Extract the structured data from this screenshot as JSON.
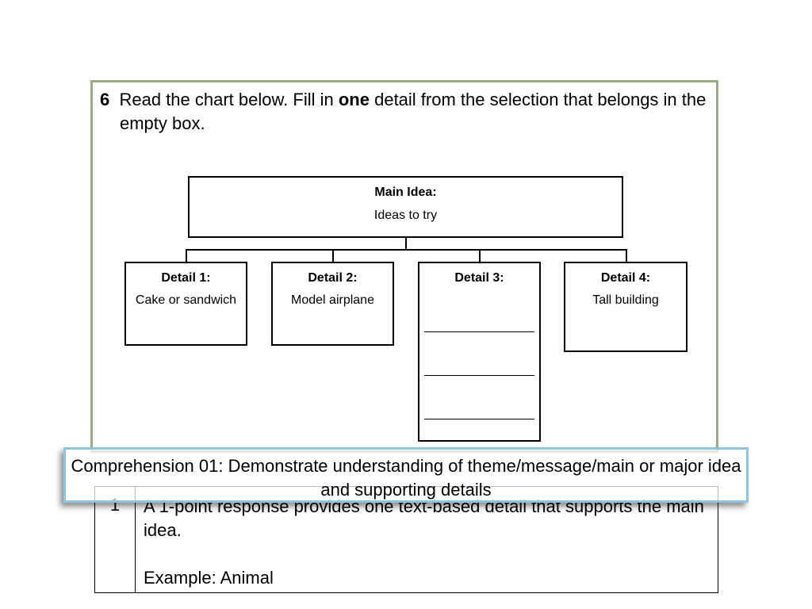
{
  "question": {
    "number": "6",
    "text_before": "Read the chart below. Fill in ",
    "emphasis": "one",
    "text_after": " detail from the selection that belongs in the empty box."
  },
  "chart": {
    "main_idea": {
      "heading": "Main Idea:",
      "text": "Ideas to try"
    },
    "details": [
      {
        "heading": "Detail 1:",
        "text": "Cake or sandwich"
      },
      {
        "heading": "Detail 2:",
        "text": "Model airplane"
      },
      {
        "heading": "Detail 3:",
        "text": ""
      },
      {
        "heading": "Detail 4:",
        "text": "Tall building"
      }
    ]
  },
  "standard": {
    "text": "Comprehension 01: Demonstrate understanding of theme/message/main or major idea and supporting details"
  },
  "rubric": {
    "score": "1",
    "description": "A 1-point response provides one text-based detail that supports the main idea.",
    "example": "Example: Animal"
  }
}
